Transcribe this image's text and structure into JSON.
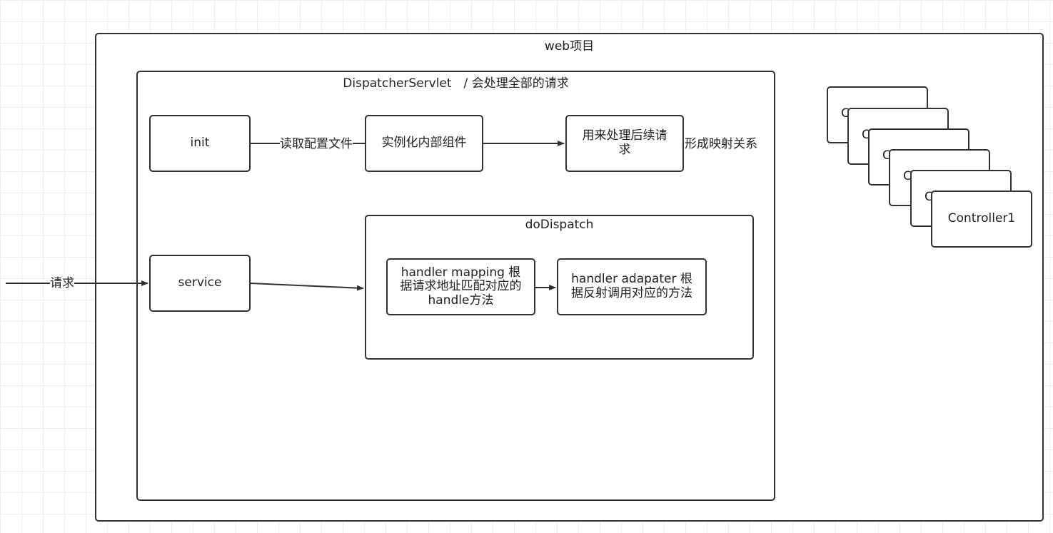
{
  "web_project": {
    "title": "web项目"
  },
  "dispatcher": {
    "title": "DispatcherServlet　/ 会处理全部的请求"
  },
  "nodes": {
    "init": "init",
    "instantiate": "实例化内部组件",
    "process": "用来处理后续请求",
    "service": "service",
    "handler_mapping": "handler mapping 根据请求地址匹配对应的handle方法",
    "handler_adapter": "handler adapater 根据反射调用对应的方法"
  },
  "do_dispatch": {
    "title": "doDispatch"
  },
  "edge_labels": {
    "read_config": "读取配置文件",
    "mapping": "形成映射关系",
    "request": "请求"
  },
  "controllers": {
    "front_label": "Controller1",
    "back_label": "C"
  },
  "colors": {
    "stroke": "#333333",
    "grid": "#eeeeee"
  }
}
